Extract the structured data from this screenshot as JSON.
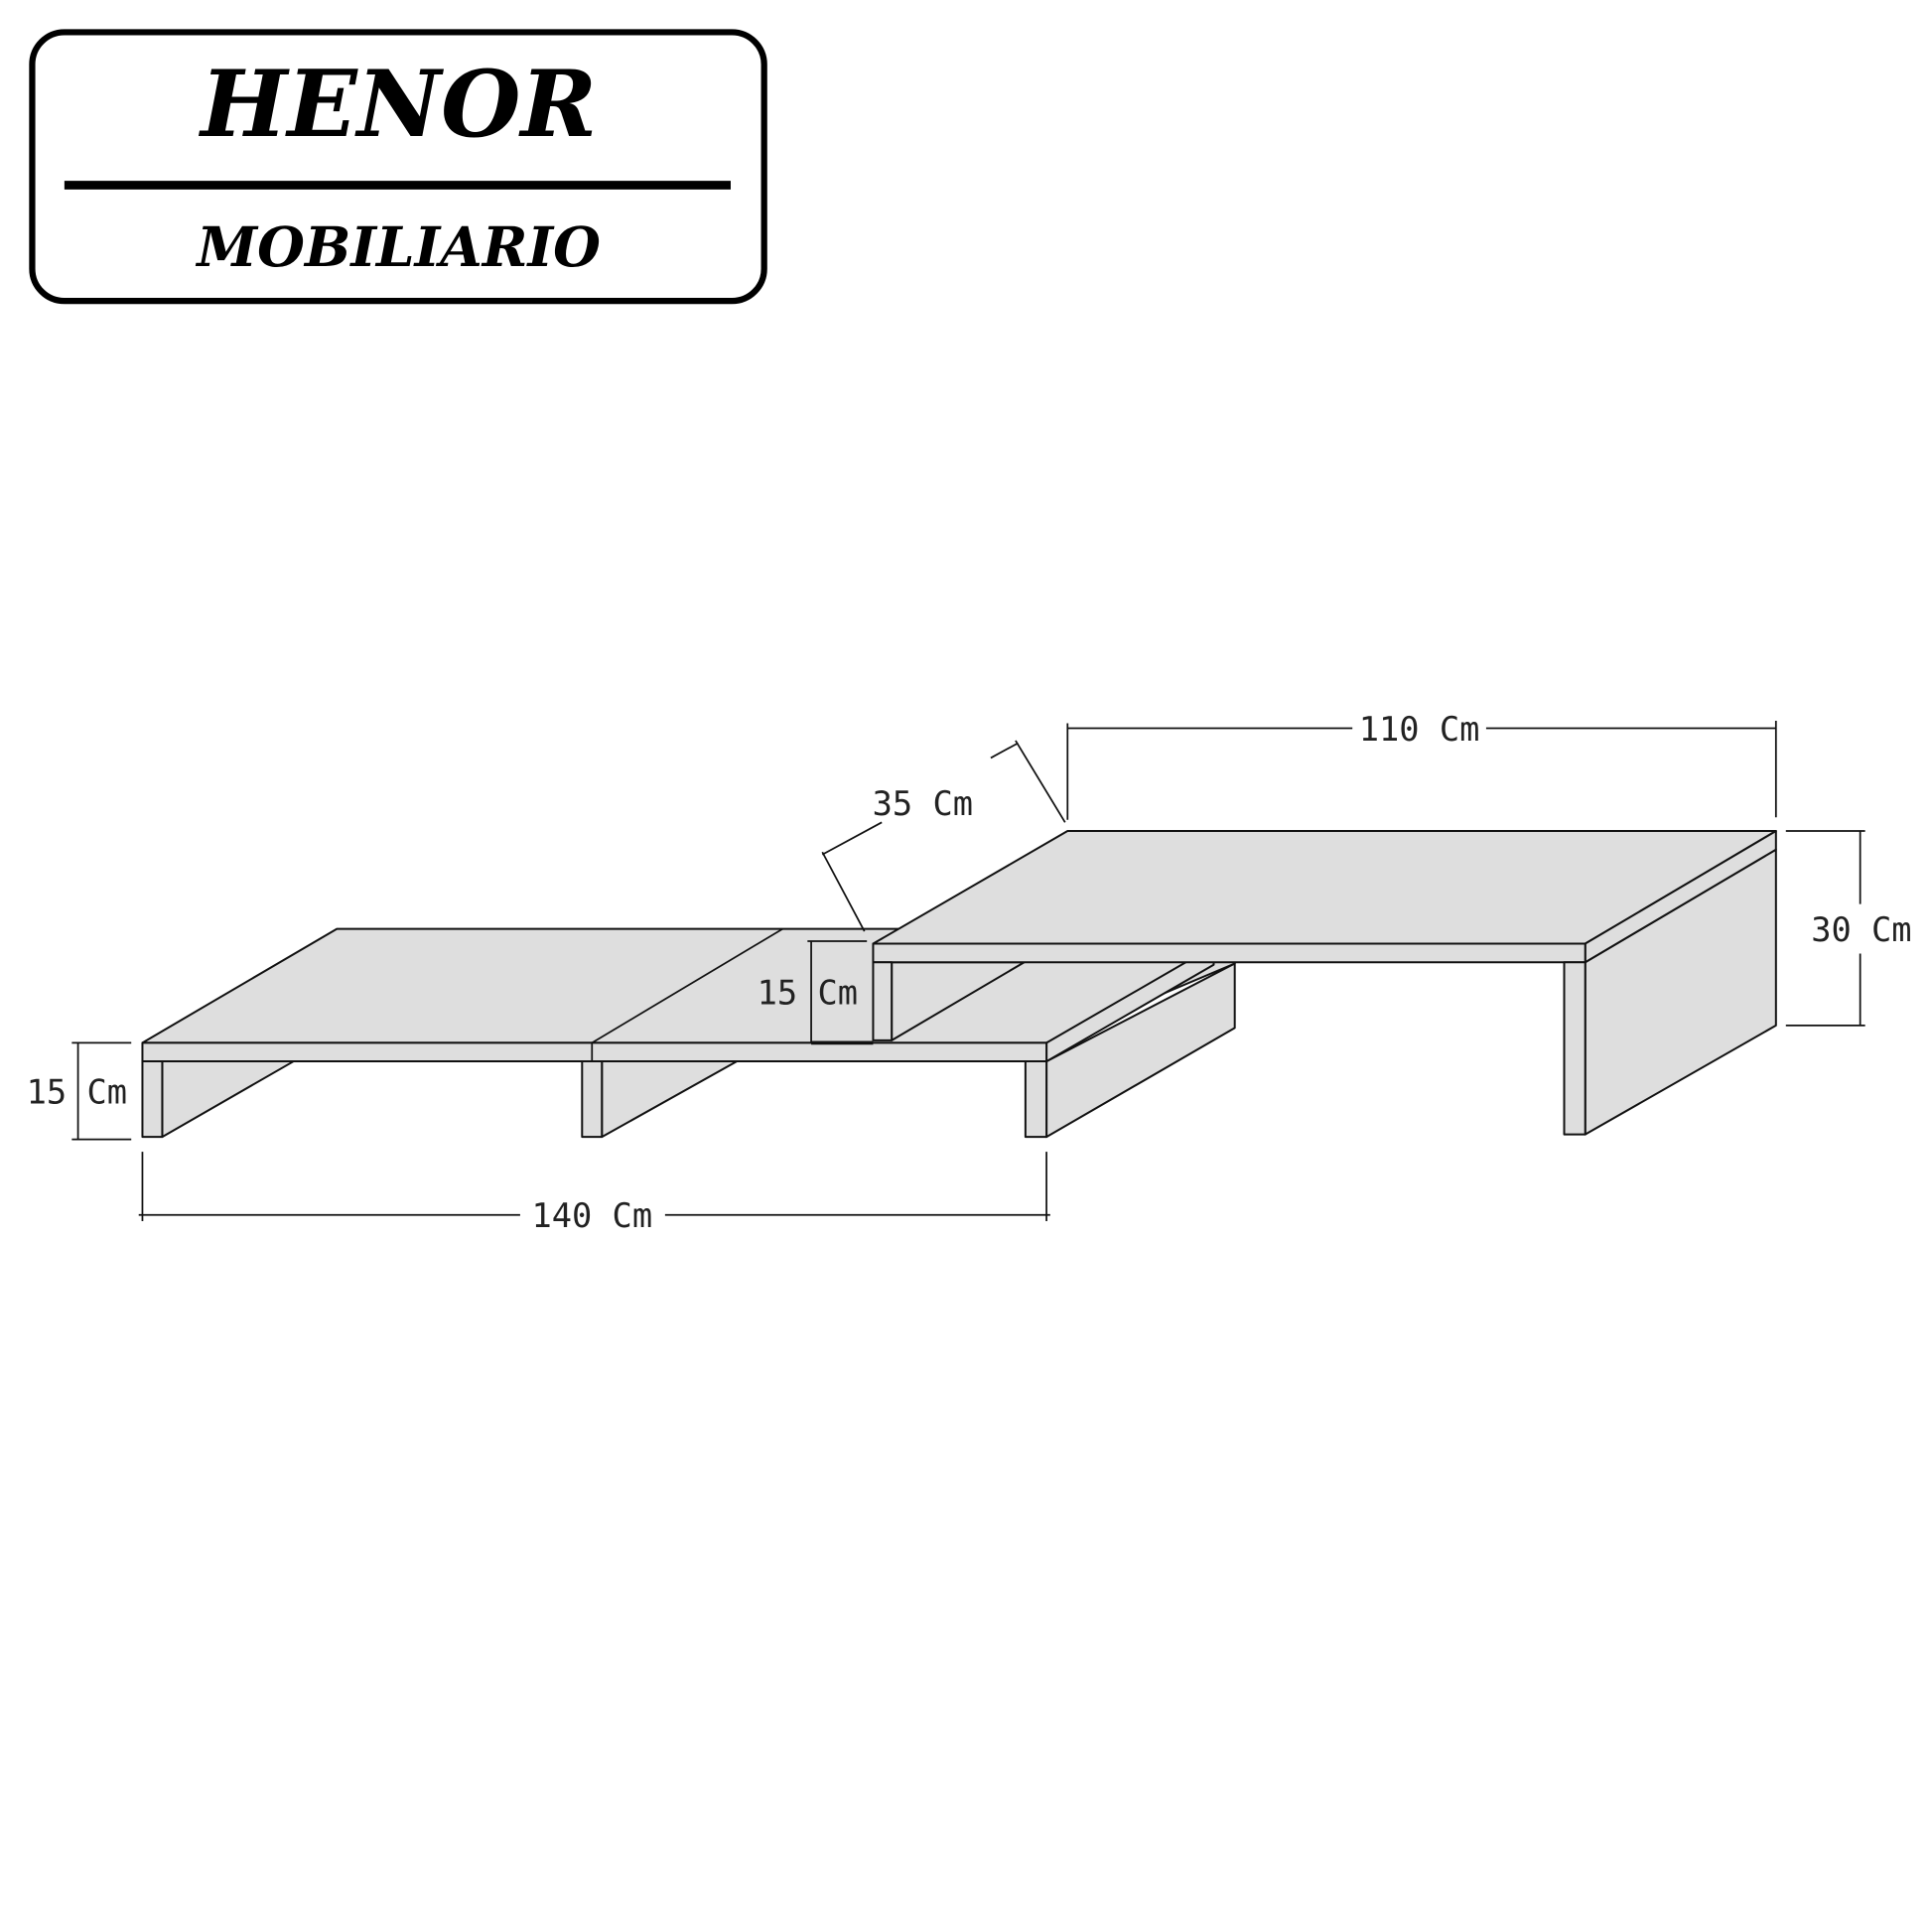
{
  "logo": {
    "brand": "HENOR",
    "subtitle": "MOBILIARIO"
  },
  "dimensions": {
    "top_width": "110 Cm",
    "depth": "35 Cm",
    "top_height": "30 Cm",
    "step_height": "15 Cm",
    "base_height": "15 Cm",
    "base_width": "140 Cm"
  },
  "colors": {
    "panel_fill": "#dedede",
    "line": "#111111"
  }
}
